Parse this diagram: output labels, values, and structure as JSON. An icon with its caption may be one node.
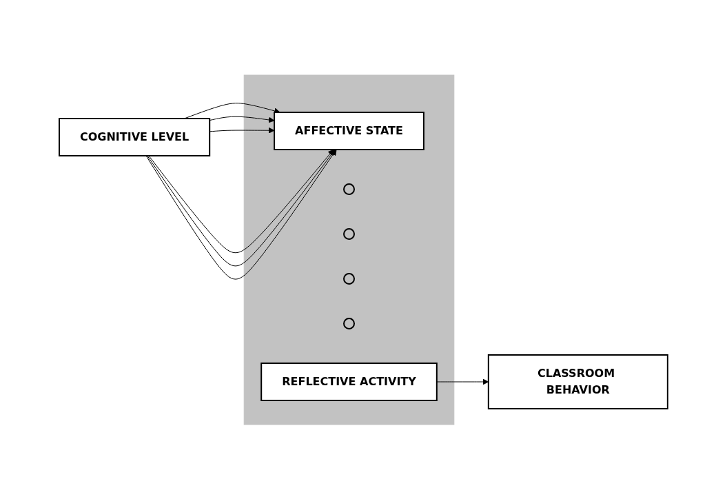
{
  "diagram": {
    "nodes": [
      {
        "text": [
          "COGNITIVE LEVEL"
        ]
      },
      {
        "text": [],
        "shape": "box"
      },
      {
        "text": [
          "AFFECTIVE STATE"
        ],
        "in": 1
      },
      {
        "text": [],
        "shape": "circle",
        "in": 1
      },
      {
        "text": [],
        "shape": "circle",
        "in": 1
      },
      {
        "text": [],
        "shape": "circle",
        "in": 1
      },
      {
        "text": [],
        "shape": "circle",
        "in": 1
      },
      {
        "text": [
          "REFLECTIVE ACTIVITY"
        ],
        "in": 1
      },
      {
        "text": [
          "CLASSROOM BEHAVIOR"
        ]
      }
    ],
    "edges": [
      {
        "from": 0,
        "to": 2,
        "arrow": "to"
      },
      {
        "from": 0,
        "to": 2,
        "arrow": "to"
      },
      {
        "from": 0,
        "to": 2,
        "arrow": "to"
      },
      {
        "from": 0,
        "to": 2,
        "arrow": "to"
      },
      {
        "from": 0,
        "to": 2,
        "arrow": "to"
      },
      {
        "from": 0,
        "to": 2,
        "arrow": "to"
      },
      {
        "from": 7,
        "to": 8,
        "arrow": "to"
      }
    ]
  }
}
